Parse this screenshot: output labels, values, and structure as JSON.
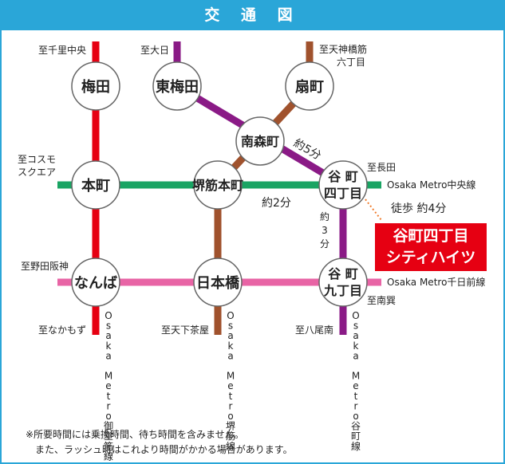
{
  "title": "交通図",
  "title_display": "交 通 図",
  "colors": {
    "frame": "#2aa6d8",
    "midosuji": "#e60012",
    "tanimachi": "#8a1a86",
    "sakaisuji": "#a0522d",
    "chuo": "#19a463",
    "sennichimae": "#e864a5",
    "property": "#e60012"
  },
  "stations": {
    "umeda": "梅田",
    "higashi_umeda": "東梅田",
    "ogimachi": "扇町",
    "minamimorimachi": "南森町",
    "honmachi": "本町",
    "sakaisuji_honmachi": "堺筋本町",
    "tanimachi4_line1": "谷 町",
    "tanimachi4_line2": "四丁目",
    "namba": "なんば",
    "nipponbashi": "日本橋",
    "tanimachi9_line1": "谷 町",
    "tanimachi9_line2": "九丁目"
  },
  "directions": {
    "senri_chuo": "至千里中央",
    "dainichi": "至大日",
    "tenjinbashisuji_line1": "至天神橋筋",
    "tenjinbashisuji_line2": "六丁目",
    "cosmo_line1": "至コスモ",
    "cosmo_line2": "スクエア",
    "nagata": "至長田",
    "noda_hanshin": "至野田阪神",
    "nankou": "至南巽",
    "nakamozu": "至なかもず",
    "tenga_chaya": "至天下茶屋",
    "yaominami": "至八尾南"
  },
  "line_names": {
    "chuo": "Osaka Metro中央線",
    "sennichimae": "Osaka Metro千日前線",
    "midosuji": "Osaka Metro御堂筋線",
    "sakaisuji": "Osaka Metro堺筋線",
    "tanimachi": "Osaka Metro谷町線"
  },
  "times": {
    "minamimorimachi_to_tanimachi4": "約5分",
    "sakaisuji_honmachi_to_tanimachi4": "約2分",
    "tanimachi4_to_tanimachi9": "約3分",
    "walk": "徒歩 約4分"
  },
  "property": {
    "name_line1": "谷町四丁目",
    "name_line2": "シティハイツ"
  },
  "notes": [
    "※所要時間には乗換時間、待ち時間を含みません。",
    "　また、ラッシュ時はこれより時間がかかる場合があります。"
  ]
}
